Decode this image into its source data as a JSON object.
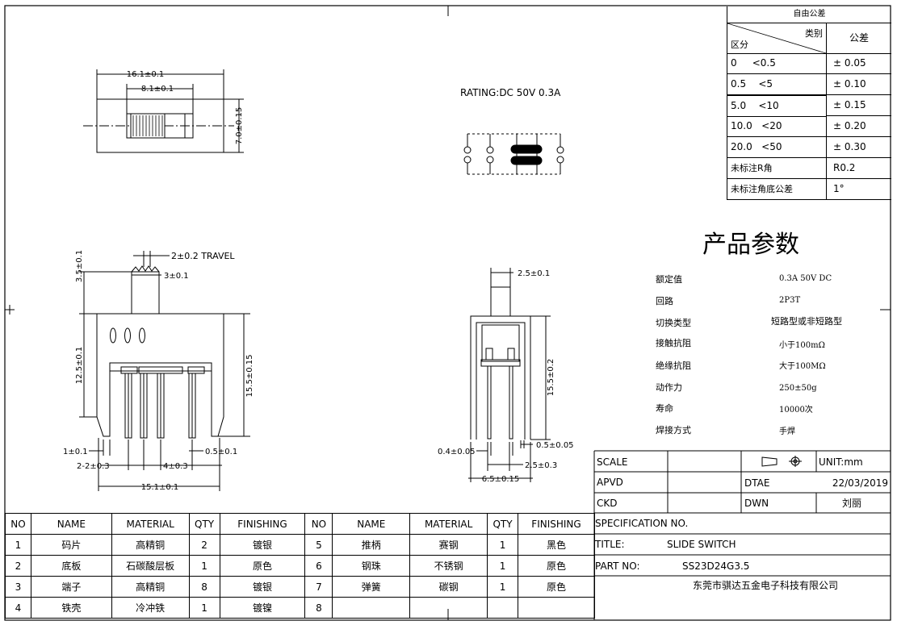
{
  "rating_label": "RATING:DC 50V 0.3A",
  "dimensions": {
    "top_width": "16.1±0.1",
    "top_slider": "8.1±0.1",
    "top_height": "7.0±0.15",
    "travel": "2±0.2 TRAVEL",
    "knob_height": "3.5±0.1",
    "knob_width": "3±0.1",
    "body_height": "12.5±0.1",
    "total_height": "15.5±0.15",
    "pin_left": "1±0.1",
    "pin_width": "0.5±0.1",
    "pin_pitch_left": "2-2±0.3",
    "pin_pitch_right": "4±0.3",
    "base_width": "15.1±0.1",
    "side_knob": "2.5±0.1",
    "side_height": "15.5±0.2",
    "side_pin_left": "0.4±0.05",
    "side_pin_right": "0.5±0.05",
    "side_pitch": "2.5±0.3",
    "side_width": "6.5±0.15"
  },
  "tolerance_table": {
    "title": "自由公差",
    "header_category": "类别",
    "header_range": "区分",
    "header_tolerance": "公差",
    "rows": [
      {
        "range": "0     <0.5",
        "tol": "± 0.05"
      },
      {
        "range": "0.5    <5",
        "tol": "± 0.10"
      },
      {
        "range": "5.0    <10",
        "tol": "± 0.15"
      },
      {
        "range": "10.0   <20",
        "tol": "± 0.20"
      },
      {
        "range": "20.0   <50",
        "tol": "± 0.30"
      },
      {
        "range": "未标注R角",
        "tol": "R0.2"
      },
      {
        "range": "未标注角底公差",
        "tol": "1°"
      }
    ]
  },
  "params": {
    "title": "产品参数",
    "rows": [
      {
        "label": "额定值",
        "value": "0.3A 50V DC"
      },
      {
        "label": "回路",
        "value": "2P3T"
      },
      {
        "label": "切换类型",
        "value": "短路型或非短路型"
      },
      {
        "label": "接触抗阻",
        "value": "小于100mΩ"
      },
      {
        "label": "绝缘抗阻",
        "value": "大于100MΩ"
      },
      {
        "label": "动作力",
        "value": "250±50g"
      },
      {
        "label": "寿命",
        "value": "10000次"
      },
      {
        "label": "焊接方式",
        "value": "手焊"
      }
    ]
  },
  "bom": {
    "headers": [
      "NO",
      "NAME",
      "MATERIAL",
      "QTY",
      "FINISHING",
      "NO",
      "NAME",
      "MATERIAL",
      "QTY",
      "FINISHING"
    ],
    "rows": [
      [
        "1",
        "码片",
        "高精铜",
        "2",
        "镀银",
        "5",
        "推柄",
        "赛钢",
        "1",
        "黑色"
      ],
      [
        "2",
        "底板",
        "石碳酸层板",
        "1",
        "原色",
        "6",
        "钢珠",
        "不锈钢",
        "1",
        "原色"
      ],
      [
        "3",
        "端子",
        "高精铜",
        "8",
        "镀银",
        "7",
        "弹簧",
        "碳钢",
        "1",
        "原色"
      ],
      [
        "4",
        "铁壳",
        "冷冲铁",
        "1",
        "镀镍",
        "8",
        "",
        "",
        "",
        ""
      ]
    ]
  },
  "title_block": {
    "scale_label": "SCALE",
    "unit_label": "UNIT:mm",
    "apvd_label": "APVD",
    "date_label": "DTAE",
    "date_value": "22/03/2019",
    "ckd_label": "CKD",
    "dwn_label": "DWN",
    "dwn_value": "刘丽",
    "spec_label": "SPECIFICATION NO.",
    "title_label": "TITLE:",
    "title_value": "SLIDE SWITCH",
    "part_label": "PART NO:",
    "part_value": "SS23D24G3.5",
    "company": "东莞市骐达五金电子科技有限公司"
  }
}
